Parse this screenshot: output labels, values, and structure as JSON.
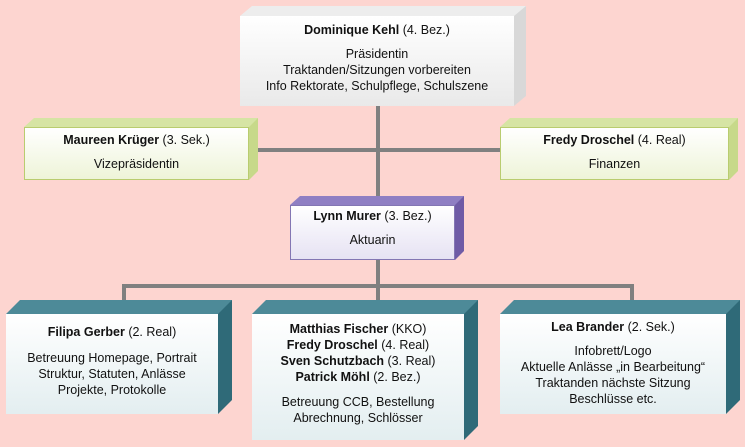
{
  "nodes": {
    "president": {
      "name": "Dominique Kehl",
      "tag": " (4. Bez.)",
      "lines": [
        "Präsidentin",
        "Traktanden/Sitzungen vorbereiten",
        "Info Rektorate, Schulpflege, Schulszene"
      ]
    },
    "vice": {
      "name": "Maureen Krüger",
      "tag": " (3. Sek.)",
      "lines": [
        "Vizepräsidentin"
      ]
    },
    "finance": {
      "name": "Fredy Droschel",
      "tag": " (4. Real)",
      "lines": [
        "Finanzen"
      ]
    },
    "actuary": {
      "name": "Lynn Murer",
      "tag": " (3. Bez.)",
      "lines": [
        "Aktuarin"
      ]
    },
    "filipa": {
      "name": "Filipa Gerber",
      "tag": " (2. Real)",
      "lines": [
        "Betreuung Homepage, Portrait",
        "Struktur, Statuten, Anlässe",
        "Projekte, Protokolle"
      ]
    },
    "group": {
      "members": [
        {
          "name": "Matthias Fischer",
          "tag": " (KKO)"
        },
        {
          "name": "Fredy Droschel",
          "tag": " (4. Real)"
        },
        {
          "name": "Sven Schutzbach",
          "tag": " (3. Real)"
        },
        {
          "name": "Patrick Möhl",
          "tag": " (2. Bez.)"
        }
      ],
      "lines": [
        "Betreuung CCB, Bestellung",
        "Abrechnung, Schlösser"
      ]
    },
    "lea": {
      "name": "Lea Brander",
      "tag": " (2. Sek.)",
      "lines": [
        "Infobrett/Logo",
        "Aktuelle Anlässe „in Bearbeitung“",
        "Traktanden nächste Sitzung",
        "Beschlüsse etc."
      ]
    }
  }
}
